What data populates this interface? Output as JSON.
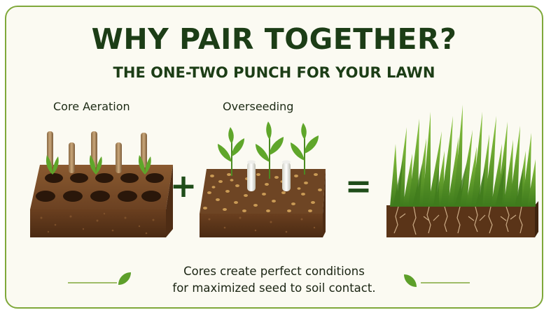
{
  "header": {
    "title": "WHY PAIR TOGETHER?",
    "subtitle": "THE ONE-TWO PUNCH FOR YOUR LAWN"
  },
  "panels": {
    "aeration_label": "Core Aeration",
    "overseeding_label": "Overseeding"
  },
  "operators": {
    "plus": "+",
    "equals": "="
  },
  "caption": {
    "line1": "Cores create perfect conditions",
    "line2": "for maximized seed to soil contact."
  },
  "colors": {
    "title": "#1c3d16",
    "border": "#7fa83a",
    "background": "#fbfaf2",
    "soil": "#6e4020",
    "grass": "#5d9f2a",
    "operator": "#1f4d1a"
  }
}
